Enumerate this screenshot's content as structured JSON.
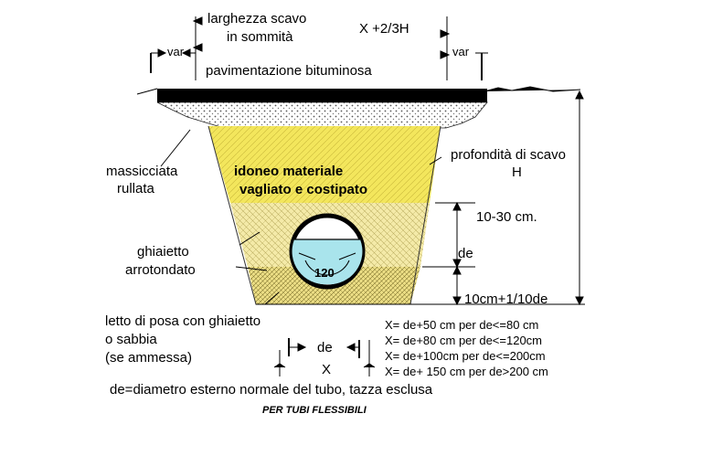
{
  "labels": {
    "top_width_line1": "larghezza scavo",
    "top_width_line2": "in sommità",
    "top_formula": "X +2/3H",
    "var_left": "var",
    "var_right": "var",
    "pavement": "pavimentazione bituminosa",
    "massicciata_line1": "massicciata",
    "massicciata_line2": "rullata",
    "fill_line1": "idoneo materiale",
    "fill_line2": "vagliato e costipato",
    "depth_line1": "profondità di scavo",
    "depth_line2": "H",
    "cover": "10-30 cm.",
    "de_side": "de",
    "bedding": "10cm+1/10de",
    "gravel_line1": "ghiaietto",
    "gravel_line2": "arrotondato",
    "pipe_angle": "120",
    "bed_line1": "letto di posa con ghiaietto",
    "bed_line2": "o sabbia",
    "bed_line3": "(se ammessa)",
    "de_bottom": "de",
    "x_bottom": "X",
    "definition": "de=diametro esterno normale del tubo, tazza esclusa",
    "footer": "PER TUBI FLESSIBILI"
  },
  "rules": [
    "X= de+50 cm per de<=80 cm",
    "X= de+80 cm per de<=120cm",
    "X= de+100cm per de<=200cm",
    "X= de+ 150 cm per de>200 cm"
  ],
  "colors": {
    "fill_yellow": "#f2e85a",
    "gravel_yellow": "#f4e9a6",
    "bed_yellow": "#efe08a",
    "pipe_water": "#a9e4ec",
    "asphalt": "#000000"
  }
}
